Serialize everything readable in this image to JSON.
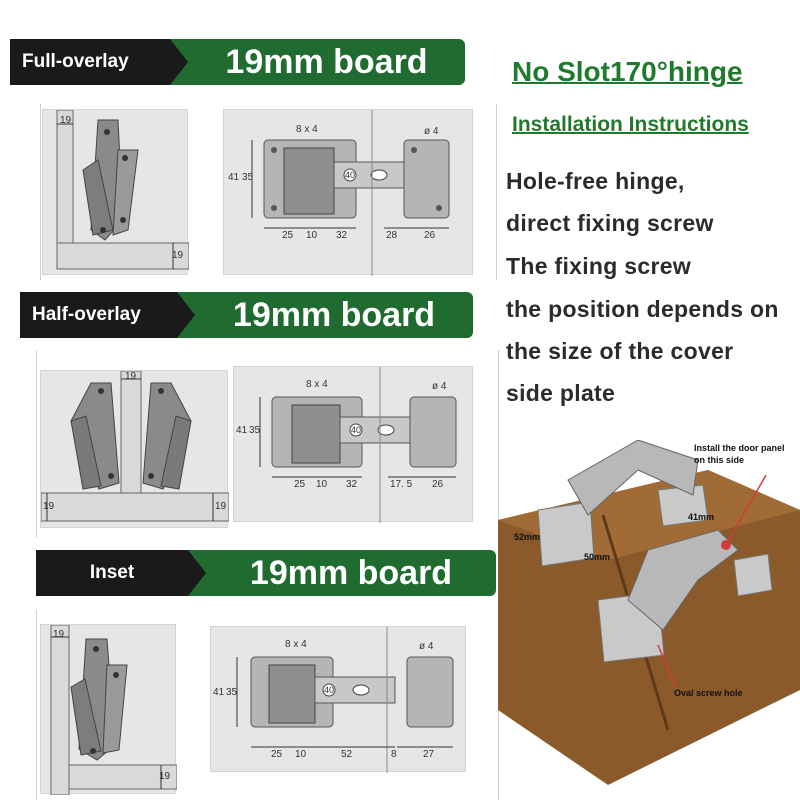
{
  "sections": [
    {
      "tag": "Full-overlay",
      "board": "19mm board",
      "side_dim": "19",
      "bottom_dim": "19",
      "hinge": {
        "size_label": "8 x 4",
        "hole": "ø 4",
        "h1": "41",
        "h2": "35",
        "center": "40",
        "b1": "25",
        "b2": "10",
        "b3": "32",
        "r1": "28",
        "r2": "26"
      }
    },
    {
      "tag": "Half-overlay",
      "board": "19mm board",
      "top_dim": "19",
      "left_dim": "19",
      "right_dim": "19",
      "hinge": {
        "size_label": "8 x 4",
        "hole": "ø 4",
        "h1": "41",
        "h2": "35",
        "center": "40",
        "b1": "25",
        "b2": "10",
        "b3": "32",
        "r1": "17. 5",
        "r2": "26"
      }
    },
    {
      "tag": "Inset",
      "board": "19mm board",
      "side_dim": "19",
      "bottom_dim": "19",
      "hinge": {
        "size_label": "8 x 4",
        "hole": "ø 4",
        "h1": "41",
        "h2": "35",
        "center": "40",
        "b1": "25",
        "b2": "10",
        "b3": "52",
        "r1": "8",
        "r2": "27"
      }
    }
  ],
  "title_main": "No Slot170°hinge",
  "title_sub": "Installation Instructions",
  "description": [
    "Hole-free hinge,",
    "direct fixing screw",
    "The fixing screw",
    "the position depends on",
    "the size of the cover",
    "side plate"
  ],
  "photo": {
    "label_install": "Install the door panel on this side",
    "label_52": "52mm",
    "label_50": "50mm",
    "label_41": "41mm",
    "label_oval": "Oval screw hole"
  },
  "colors": {
    "banner_green": "#1f6b30",
    "banner_black": "#1a1a1a",
    "title_green": "#1f7a2e",
    "wood": "#8a5a2b"
  }
}
